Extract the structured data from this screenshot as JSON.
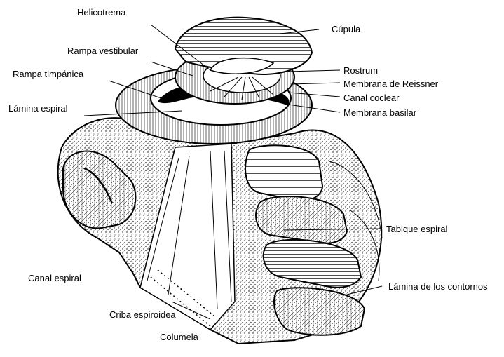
{
  "labels": {
    "helicotrema": "Helicotrema",
    "cupula": "Cúpula",
    "rampa_vestibular": "Rampa vestibular",
    "rampa_timpanica": "Rampa timpánica",
    "lamina_espiral": "Lámina espiral",
    "rostrum": "Rostrum",
    "membrana_reissner": "Membrana de Reissner",
    "canal_coclear": "Canal coclear",
    "membrana_basilar": "Membrana basilar",
    "tabique_espiral": "Tabique espiral",
    "canal_espiral": "Canal espiral",
    "lamina_contornos": "Lámina de los contornos",
    "criba_espiroidea": "Criba espiroidea",
    "columela": "Columela"
  },
  "colors": {
    "ink": "#000000",
    "background": "#ffffff"
  }
}
